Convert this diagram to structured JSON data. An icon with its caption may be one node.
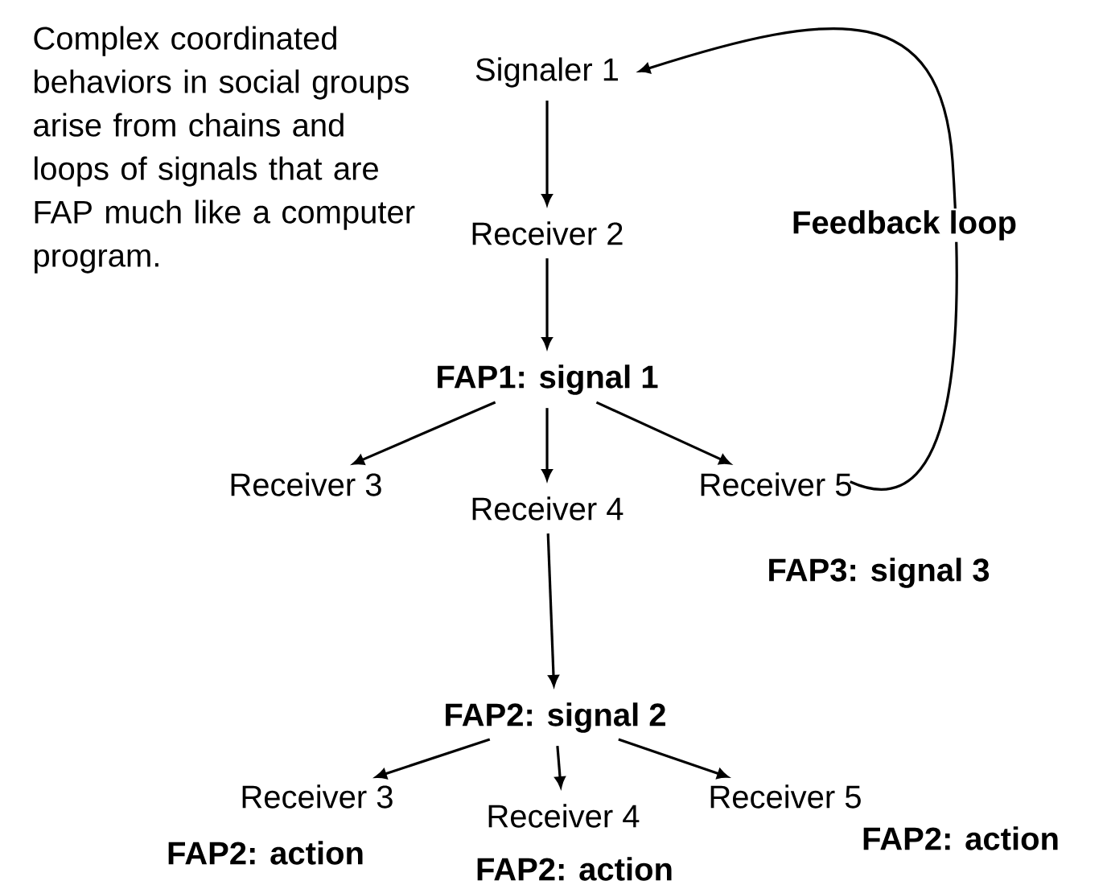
{
  "diagram": {
    "nodes": [
      {
        "text": [
          "Signaler 1"
        ]
      },
      {
        "text": [
          "Receiver 2"
        ]
      },
      {
        "text": [
          "FAP1: signal 1"
        ]
      },
      {
        "text": [
          "Receiver 3"
        ]
      },
      {
        "text": [
          "Receiver 4"
        ]
      },
      {
        "text": [
          "Receiver 5"
        ]
      },
      {
        "text": [
          "FAP2: signal 2"
        ]
      },
      {
        "text": [
          "Receiver 3"
        ],
        "beside": [
          "FAP2: action"
        ]
      },
      {
        "text": [
          "Receiver 4"
        ],
        "beside": [
          "FAP2: action"
        ]
      },
      {
        "text": [
          "Receiver 5"
        ],
        "beside": [
          "FAP2: action"
        ]
      }
    ],
    "edges": [
      {
        "from": 0,
        "to": 1,
        "arrow": "to"
      },
      {
        "from": 1,
        "to": 2,
        "arrow": "to"
      },
      {
        "from": 2,
        "to": 3,
        "arrow": "to"
      },
      {
        "from": 2,
        "to": 4,
        "arrow": "to"
      },
      {
        "from": 2,
        "to": 5,
        "arrow": "to"
      },
      {
        "from": 5,
        "to": 0,
        "arrow": "to",
        "label": "Feedback loop"
      },
      {
        "from": 4,
        "to": 6,
        "arrow": "to"
      },
      {
        "from": 6,
        "to": 7,
        "arrow": "to"
      },
      {
        "from": 6,
        "to": 8,
        "arrow": "to"
      },
      {
        "from": 6,
        "to": 9,
        "arrow": "to"
      }
    ],
    "labels": [
      "Complex coordinated behaviors in social groups arise from chains and loops of signals that are FAP much like a computer program.",
      "FAP3: signal 3"
    ]
  }
}
